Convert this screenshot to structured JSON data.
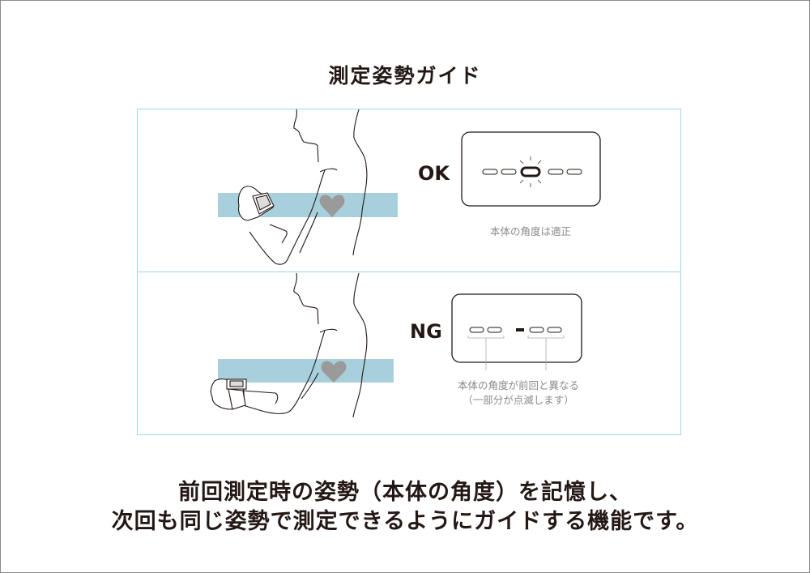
{
  "title": "測定姿勢ガイド",
  "ok": {
    "label": "OK",
    "caption": "本体の角度は適正"
  },
  "ng": {
    "label": "NG",
    "caption_line1": "本体の角度が前回と異なる",
    "caption_line2": "（一部分が点滅します）"
  },
  "description": {
    "line1": "前回測定時の姿勢（本体の角度）を記憶し、",
    "line2": "次回も同じ姿勢で測定できるようにガイドする機能です。"
  },
  "colors": {
    "band": "#a8cfdc",
    "heart": "#9a9a9a",
    "panel_border": "#9fd9e3",
    "caption": "#8a8a8a"
  }
}
